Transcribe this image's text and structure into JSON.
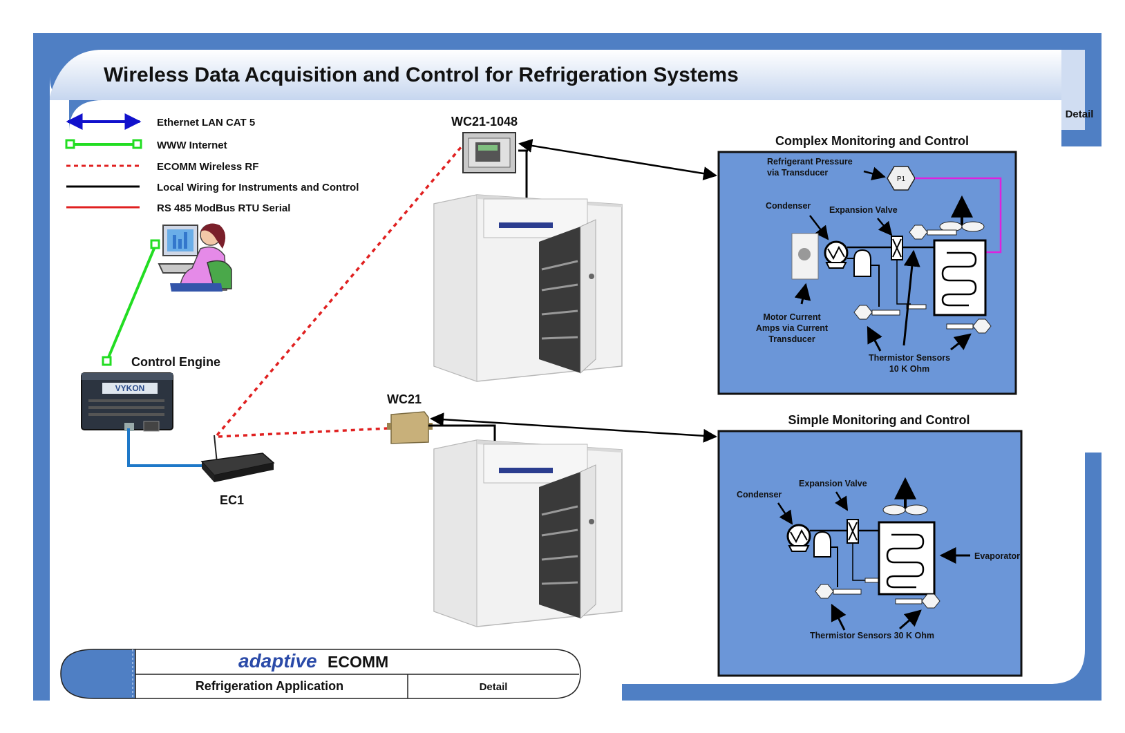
{
  "header": {
    "title": "Wireless Data Acquisition and Control for Refrigeration Systems"
  },
  "side_tab": {
    "label": "Detail"
  },
  "legend": {
    "items": [
      {
        "label": "Ethernet LAN CAT 5",
        "color": "#1111cc",
        "style": "double-arrow"
      },
      {
        "label": "WWW Internet",
        "color": "#22dd22",
        "style": "square-ends"
      },
      {
        "label": "ECOMM Wireless RF",
        "color": "#e02020",
        "style": "dashed"
      },
      {
        "label": "Local Wiring for Instruments and Control",
        "color": "#000000",
        "style": "solid"
      },
      {
        "label": "RS 485 ModBus RTU Serial",
        "color": "#e02020",
        "style": "solid"
      }
    ]
  },
  "devices": {
    "control_engine": {
      "label": "Control Engine",
      "brand": "VYKON"
    },
    "ec1": {
      "label": "EC1"
    },
    "wc21_1048": {
      "label": "WC21-1048"
    },
    "wc21": {
      "label": "WC21"
    }
  },
  "complex_panel": {
    "title": "Complex Monitoring and Control",
    "pressure_label_1": "Refrigerant Pressure",
    "pressure_label_2": "via Transducer",
    "p1": "P1",
    "condenser": "Condenser",
    "expansion_valve": "Expansion Valve",
    "motor_1": "Motor Current",
    "motor_2": "Amps via Current",
    "motor_3": "Transducer",
    "thermistor_1": "Thermistor Sensors",
    "thermistor_2": "10 K Ohm"
  },
  "simple_panel": {
    "title": "Simple Monitoring and Control",
    "condenser": "Condenser",
    "expansion_valve": "Expansion Valve",
    "evaporator": "Evaporator",
    "thermistor": "Thermistor Sensors 30 K Ohm"
  },
  "footer": {
    "brand": "adaptive",
    "brand_suffix": "ECOMM",
    "app_label": "Refrigeration Application",
    "detail_label": "Detail"
  },
  "colors": {
    "frame_blue": "#4f7fc4",
    "panel_blue": "#6b96d8",
    "header_gradient_top": "#ffffff",
    "header_gradient_bottom": "#c9d8f0"
  }
}
